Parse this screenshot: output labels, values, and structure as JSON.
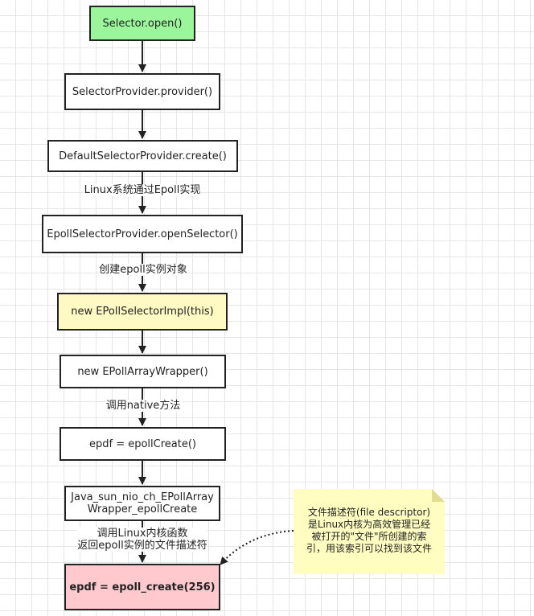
{
  "nodes": {
    "selector_open": "Selector.open()",
    "selector_provider": "SelectorProvider.provider()",
    "default_provider_create": "DefaultSelectorProvider.create()",
    "epoll_provider_open": "EpollSelectorProvider.openSelector()",
    "new_epoll_selector_impl": "new EPollSelectorImpl(this)",
    "new_epoll_array_wrapper": "new EPollArrayWrapper()",
    "epoll_create_call": "epdf = epollCreate()",
    "java_native_line1": "Java_sun_nio_ch_EPollArray",
    "java_native_line2": "Wrapper_epollCreate",
    "epoll_create_256": "epdf = epoll_create(256)"
  },
  "edge_labels": {
    "linux_epoll": "Linux系统通过Epoll实现",
    "create_epoll_instance": "创建epoll实例对象",
    "call_native": "调用native方法",
    "call_kernel_line1": "调用Linux内核函数",
    "call_kernel_line2": "返回epoll实例的文件描述符"
  },
  "note": {
    "line1": "文件描述符(file descriptor)",
    "line2": "是Linux内核为高效管理已经",
    "line3": "被打开的\"文件\"所创建的索",
    "line4": "引，用该索引可以找到该文件"
  },
  "colors": {
    "start_fill": "#9bf59b",
    "highlight_fill": "#fff9c4",
    "end_fill": "#ffc9ce",
    "note_fill": "#fffec0",
    "stroke": "#222222"
  }
}
